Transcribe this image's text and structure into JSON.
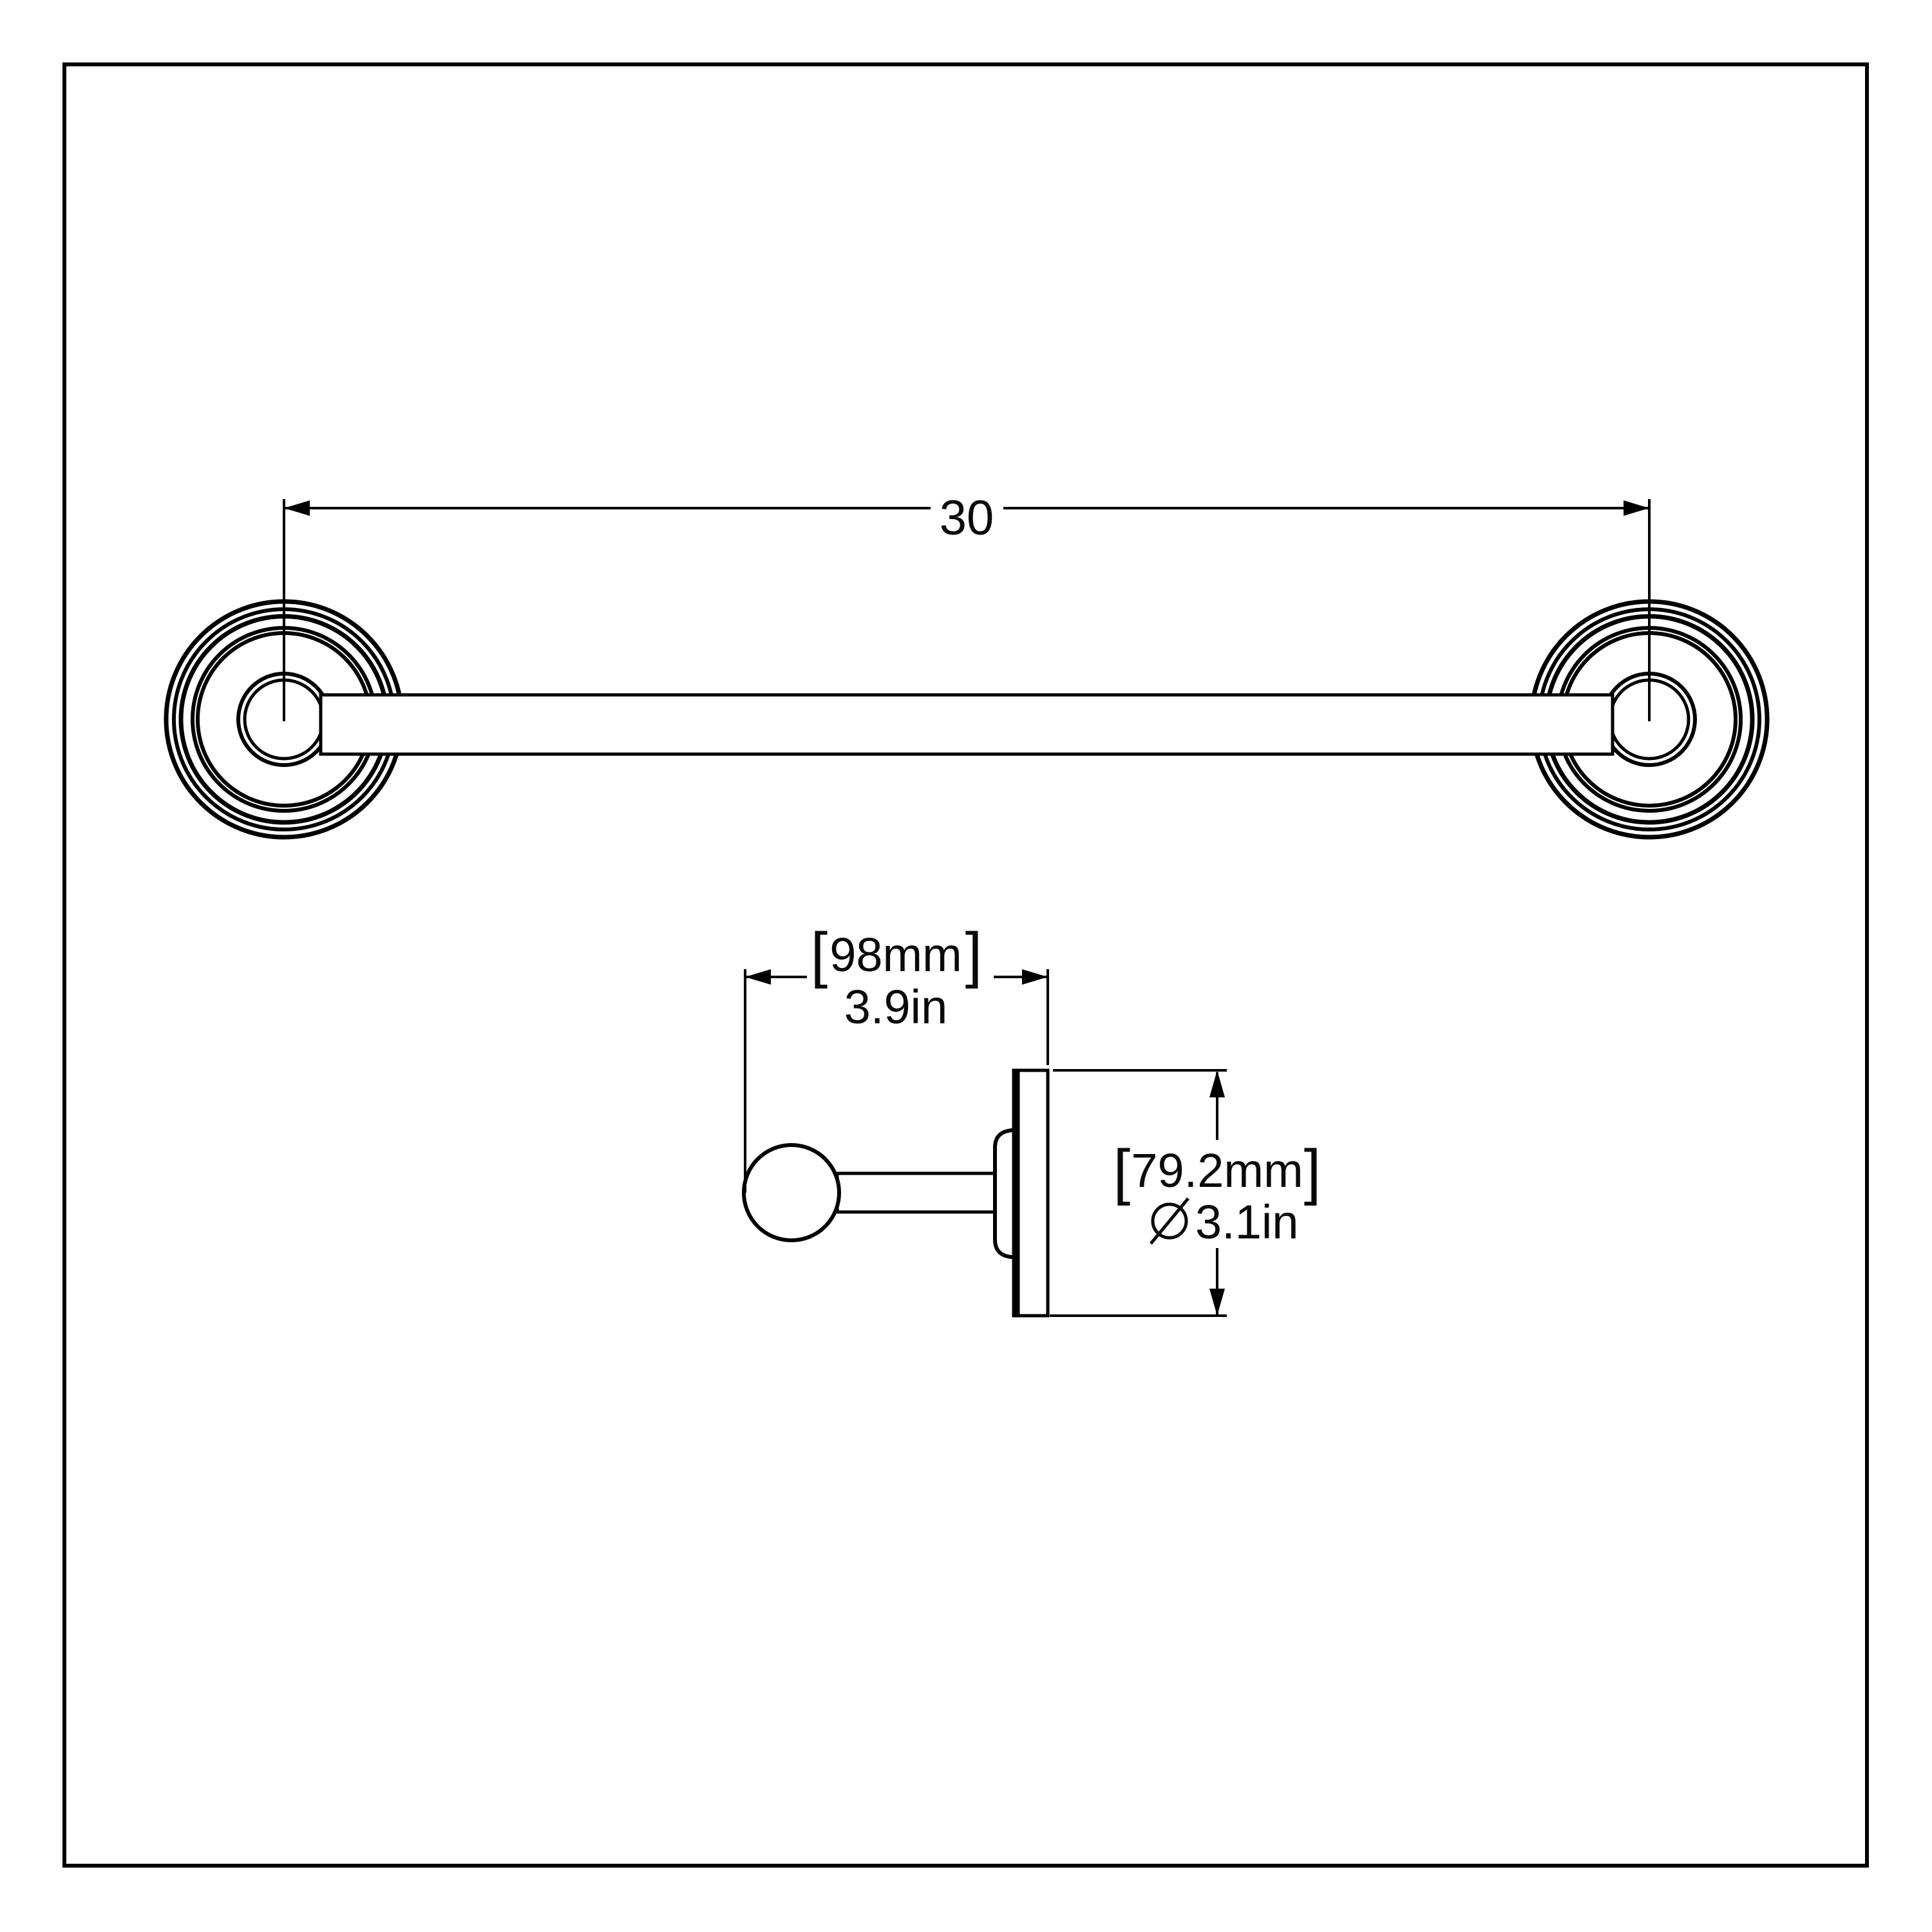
{
  "colors": {
    "line": "#000000",
    "background": "#ffffff"
  },
  "front_view": {
    "center_distance_label": "30"
  },
  "side_view": {
    "projection": {
      "bracket_open": "[",
      "metric": "98mm",
      "bracket_close": "]",
      "imperial": "3.9in"
    },
    "diameter": {
      "bracket_open": "[",
      "metric": "79.2mm",
      "bracket_close": "]",
      "imperial": "3.1in"
    }
  }
}
